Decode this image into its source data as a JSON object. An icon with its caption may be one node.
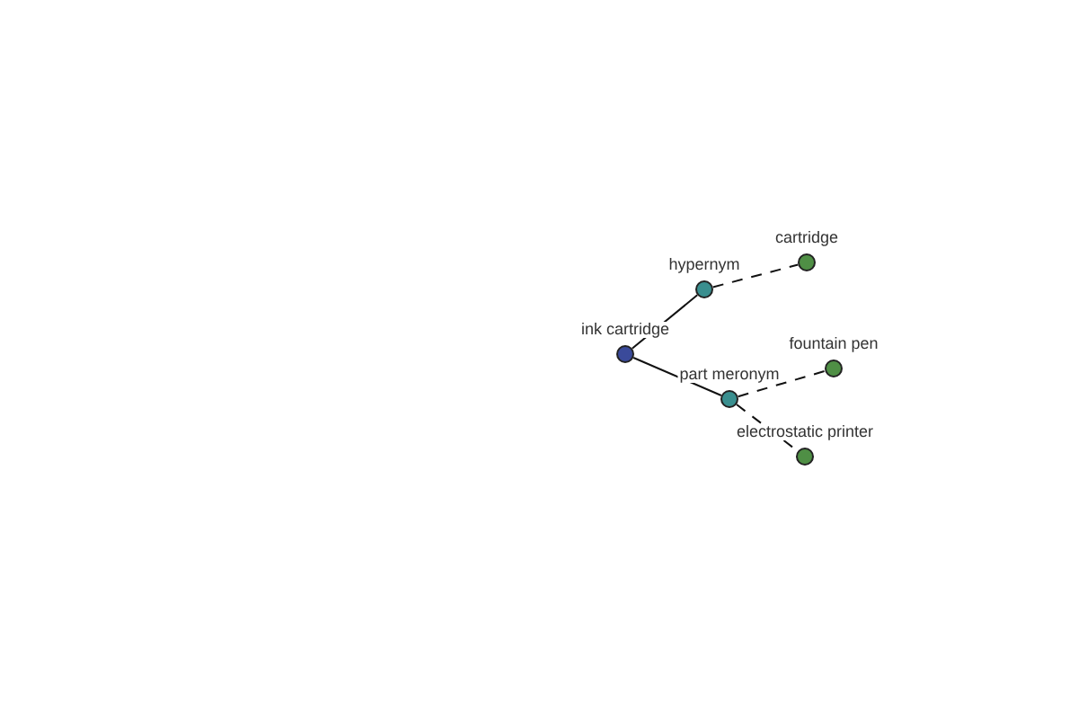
{
  "diagram": {
    "nodes": [
      {
        "text": [
          "ink cartridge"
        ]
      },
      {
        "text": [
          "hypernym"
        ]
      },
      {
        "text": [
          "cartridge"
        ]
      },
      {
        "text": [
          "part meronym"
        ]
      },
      {
        "text": [
          "fountain pen"
        ]
      },
      {
        "text": [
          "electrostatic printer"
        ]
      }
    ],
    "edges": [
      {
        "from": 0,
        "to": 1,
        "arrow": "none"
      },
      {
        "from": 1,
        "to": 2,
        "arrow": "none",
        "style": "dashed"
      },
      {
        "from": 0,
        "to": 3,
        "arrow": "none"
      },
      {
        "from": 3,
        "to": 4,
        "arrow": "none",
        "style": "dashed"
      },
      {
        "from": 3,
        "to": 5,
        "arrow": "none",
        "style": "dashed"
      }
    ]
  }
}
